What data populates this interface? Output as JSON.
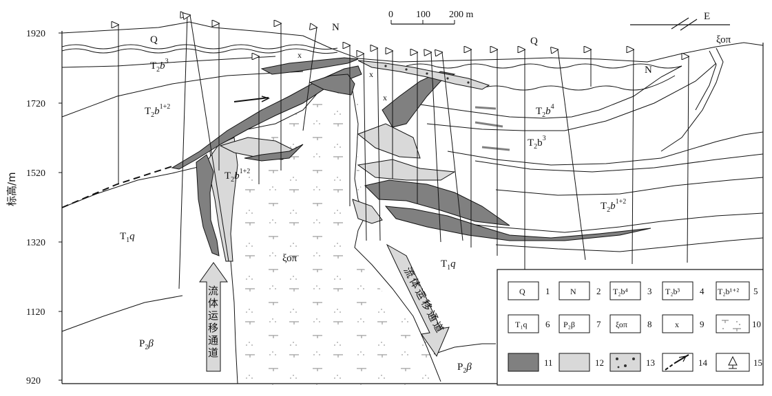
{
  "axis": {
    "ylabel": "标高/m",
    "ticks": [
      "1920",
      "1720",
      "1520",
      "1320",
      "1120",
      "920"
    ]
  },
  "scale_bar": {
    "labels": [
      "0",
      "100",
      "200 m"
    ]
  },
  "orientation": {
    "label": "E"
  },
  "units": {
    "Q_top": "Q",
    "Q_right": "Q",
    "N_top": "N",
    "N_right": "N",
    "xi_top": "ξοπ",
    "xi_center": "ξοπ",
    "x_marks": [
      "x",
      "x",
      "x"
    ],
    "T2b3_left": {
      "base": "T",
      "sub": "2",
      "mid": "b",
      "sup": "3"
    },
    "T2b12_left": {
      "base": "T",
      "sub": "2",
      "mid": "b",
      "sup": "1+2"
    },
    "T2b12_mid": {
      "base": "T",
      "sub": "2",
      "mid": "b",
      "sup": "1+2"
    },
    "T2b4_right": {
      "base": "T",
      "sub": "2",
      "mid": "b",
      "sup": "4"
    },
    "T2b3_right": {
      "base": "T",
      "sub": "2",
      "mid": "b",
      "sup": "3"
    },
    "T2b12_right": {
      "base": "T",
      "sub": "2",
      "mid": "b",
      "sup": "1+2"
    },
    "T1q_left": {
      "base": "T",
      "sub": "1",
      "mid": "q"
    },
    "T1q_right": {
      "base": "T",
      "sub": "1",
      "mid": "q"
    },
    "P2b_left": {
      "base": "P",
      "sub": "2",
      "mid": "β"
    },
    "P2b_right": {
      "base": "P",
      "sub": "2",
      "mid": "β"
    }
  },
  "channels": {
    "left": [
      "流",
      "体",
      "运",
      "移",
      "通",
      "道"
    ],
    "right": [
      "流",
      "体",
      "运",
      "移",
      "通",
      "道"
    ]
  },
  "legend": {
    "items": [
      {
        "num": "1",
        "sym": "Q"
      },
      {
        "num": "2",
        "sym": "N"
      },
      {
        "num": "3",
        "sym": "T₂b⁴"
      },
      {
        "num": "4",
        "sym": "T₂b³"
      },
      {
        "num": "5",
        "sym": "T₂b¹⁺²"
      },
      {
        "num": "6",
        "sym": "T₁q"
      },
      {
        "num": "7",
        "sym": "P₂β"
      },
      {
        "num": "8",
        "sym": "ξοπ"
      },
      {
        "num": "9",
        "sym": "x"
      },
      {
        "num": "10",
        "sym": ""
      },
      {
        "num": "11",
        "sym": ""
      },
      {
        "num": "12",
        "sym": ""
      },
      {
        "num": "13",
        "sym": ""
      },
      {
        "num": "14",
        "sym": ""
      },
      {
        "num": "15",
        "sym": ""
      }
    ]
  },
  "colors": {
    "ore": "#808080",
    "alteration": "#d9d9d9",
    "line": "#111111"
  }
}
